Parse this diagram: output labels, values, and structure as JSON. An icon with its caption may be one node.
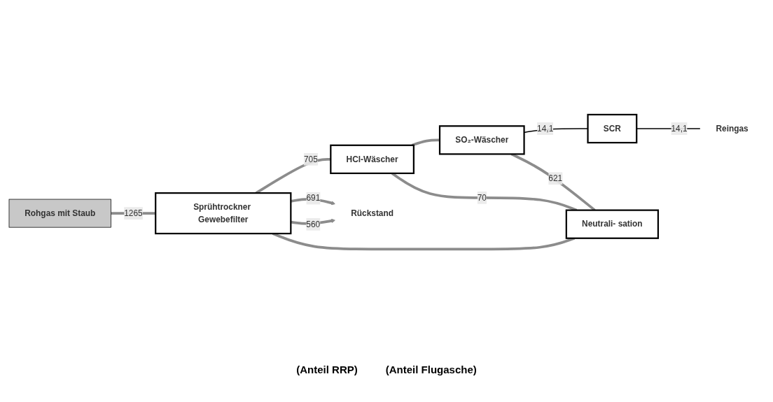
{
  "diagram": {
    "nodes": [
      {
        "text": [
          "Sprühtrockner Gewebefilter"
        ]
      },
      {
        "text": [
          "HCl-Wäscher"
        ]
      },
      {
        "text": [
          "SO₂-Wäscher"
        ]
      },
      {
        "text": [
          "SCR"
        ]
      },
      {
        "text": [
          "Neutrali- sation"
        ]
      },
      {
        "text": [
          "Rohgas mit Staub"
        ]
      },
      {
        "text": [
          "Reingas"
        ]
      },
      {
        "text": [
          "Rückstand"
        ]
      }
    ],
    "edges": [
      {
        "from": 5,
        "to": 0,
        "label": "1265",
        "arrow": "none"
      },
      {
        "from": 0,
        "to": 1,
        "label": "705",
        "arrow": "none"
      },
      {
        "from": 1,
        "to": 2,
        "arrow": "none"
      },
      {
        "from": 2,
        "to": 3,
        "label": "14,1",
        "arrow": "none",
        "color": "#000000"
      },
      {
        "from": 3,
        "to": 6,
        "label": "14,1",
        "arrow": "none",
        "color": "#000000"
      },
      {
        "from": 1,
        "to": 4,
        "label": "70",
        "arrow": "none"
      },
      {
        "from": 2,
        "to": 4,
        "label": "621",
        "arrow": "none"
      },
      {
        "from": 4,
        "to": 0,
        "arrow": "none"
      },
      {
        "from": 0,
        "to": 7,
        "label": "691",
        "arrow": "to"
      },
      {
        "from": 0,
        "to": 7,
        "label": "560",
        "arrow": "to"
      }
    ],
    "labels": [
      "(Anteil RRP)",
      "(Anteil Flugasche)"
    ]
  }
}
